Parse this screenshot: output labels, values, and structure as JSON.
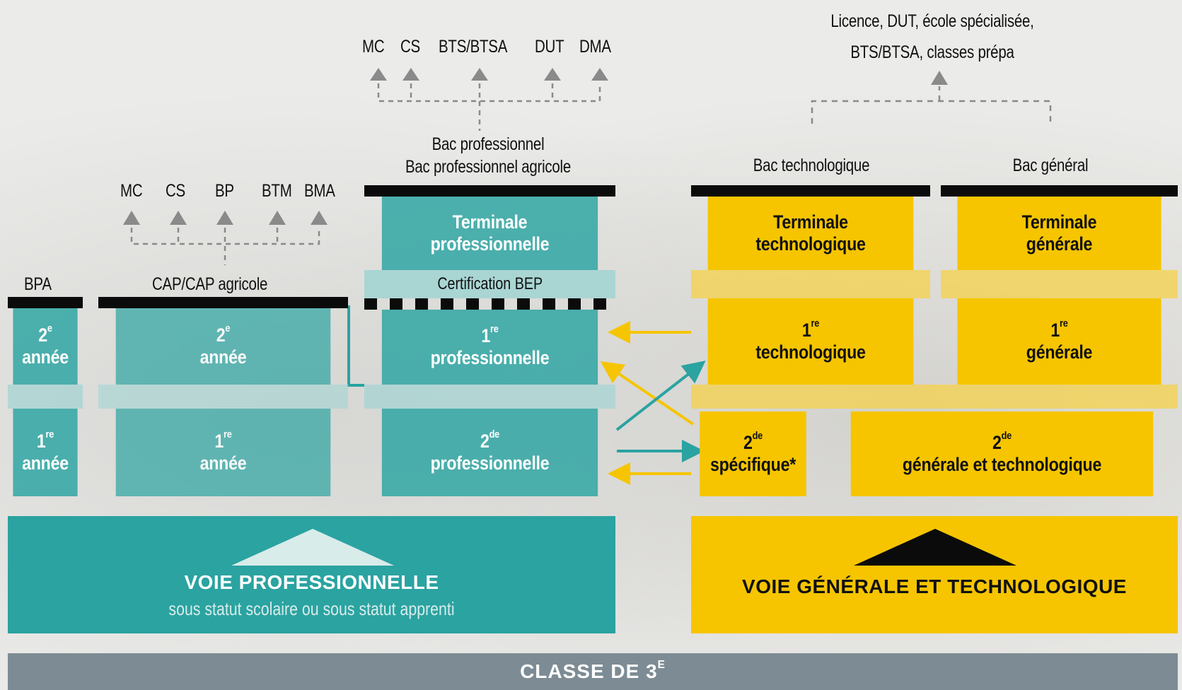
{
  "top_right": {
    "line1": "Licence, DUT, école spécialisée,",
    "line2": "BTS/BTSA, classes prépa"
  },
  "top_mid": [
    "MC",
    "CS",
    "BTS/BTSA",
    "DUT",
    "DMA"
  ],
  "left_outcomes": [
    "MC",
    "CS",
    "BP",
    "BTM",
    "BMA"
  ],
  "headers": {
    "bac_pro_line1": "Bac professionnel",
    "bac_pro_line2": "Bac professionnel agricole",
    "bac_techno": "Bac technologique",
    "bac_general": "Bac général",
    "bpa": "BPA",
    "cap": "CAP/CAP agricole"
  },
  "boxes": {
    "terminale_pro_line1": "Terminale",
    "terminale_pro_line2": "professionnelle",
    "certification_bep": "Certification BEP",
    "premiere_pro_num": "1",
    "premiere_pro_sup": "re",
    "premiere_pro_line2": "professionnelle",
    "seconde_pro_num": "2",
    "seconde_pro_sup": "de",
    "seconde_pro_line2": "professionnelle",
    "bpa_2_num": "2",
    "bpa_2_sup": "e",
    "bpa_2_line2": "année",
    "bpa_1_num": "1",
    "bpa_1_sup": "re",
    "bpa_1_line2": "année",
    "cap_2_num": "2",
    "cap_2_sup": "e",
    "cap_2_line2": "année",
    "cap_1_num": "1",
    "cap_1_sup": "re",
    "cap_1_line2": "année",
    "terminale_techno_line1": "Terminale",
    "terminale_techno_line2": "technologique",
    "terminale_gen_line1": "Terminale",
    "terminale_gen_line2": "générale",
    "premiere_techno_num": "1",
    "premiere_techno_sup": "re",
    "premiere_techno_line2": "technologique",
    "premiere_gen_num": "1",
    "premiere_gen_sup": "re",
    "premiere_gen_line2": "générale",
    "seconde_spec_num": "2",
    "seconde_spec_sup": "de",
    "seconde_spec_line2": "spécifique*",
    "seconde_gt_num": "2",
    "seconde_gt_sup": "de",
    "seconde_gt_line2": "générale et technologique"
  },
  "voie_pro": {
    "title": "VOIE PROFESSIONNELLE",
    "subtitle": "sous statut scolaire ou sous statut apprenti"
  },
  "voie_gt": {
    "title": "VOIE GÉNÉRALE ET TECHNOLOGIQUE"
  },
  "classe": {
    "label": "CLASSE DE 3",
    "sup": "E"
  },
  "colors": {
    "teal": "#2aa3a1",
    "yellow": "#f6c500",
    "arrow_grey": "#8a8a8a",
    "base_grey": "#7d8c94"
  }
}
